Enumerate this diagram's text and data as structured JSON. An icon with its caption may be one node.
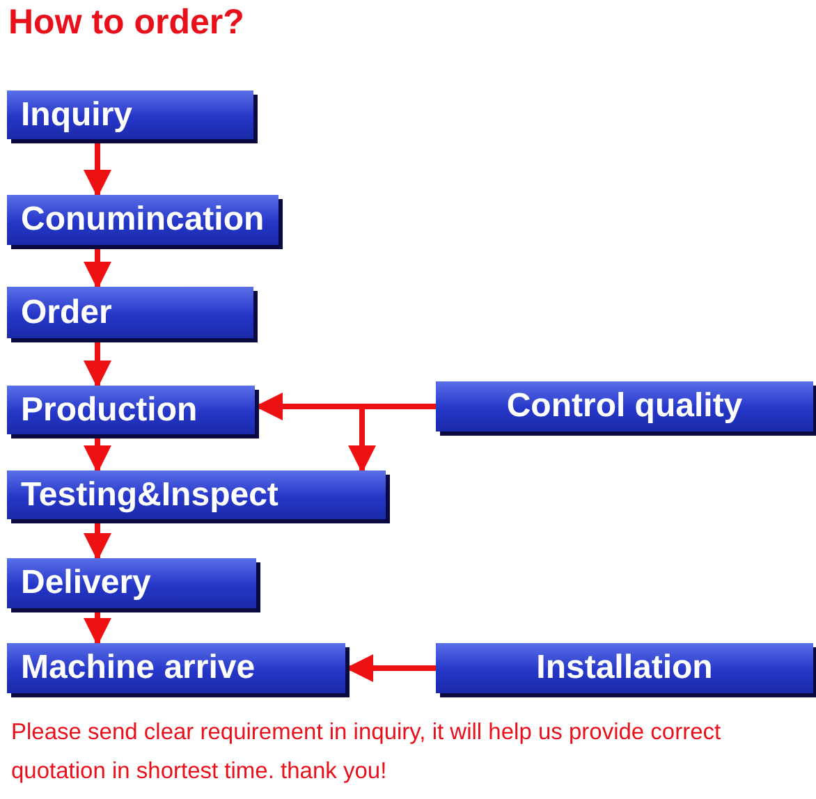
{
  "diagram": {
    "title": "How to order?",
    "nodes": [
      {
        "text": [
          "Inquiry"
        ]
      },
      {
        "text": [
          "Conumincation"
        ]
      },
      {
        "text": [
          "Order"
        ]
      },
      {
        "text": [
          "Production"
        ]
      },
      {
        "text": [
          "Control quality"
        ]
      },
      {
        "text": [
          "Testing&Inspect"
        ]
      },
      {
        "text": [
          "Delivery"
        ]
      },
      {
        "text": [
          "Machine arrive"
        ]
      },
      {
        "text": [
          "Installation"
        ]
      }
    ],
    "edges": [
      {
        "from": 0,
        "to": 1,
        "arrow": "to"
      },
      {
        "from": 1,
        "to": 2,
        "arrow": "to"
      },
      {
        "from": 2,
        "to": 3,
        "arrow": "to"
      },
      {
        "from": 3,
        "to": 5,
        "arrow": "to"
      },
      {
        "from": 4,
        "to": 3,
        "arrow": "to"
      },
      {
        "from": 4,
        "to": 5,
        "arrow": "to"
      },
      {
        "from": 5,
        "to": 6,
        "arrow": "to"
      },
      {
        "from": 6,
        "to": 7,
        "arrow": "to"
      },
      {
        "from": 8,
        "to": 7,
        "arrow": "to"
      }
    ],
    "labels": [
      "Please send clear requirement in inquiry, it will help us provide correct quotation in shortest time. thank you!"
    ]
  }
}
